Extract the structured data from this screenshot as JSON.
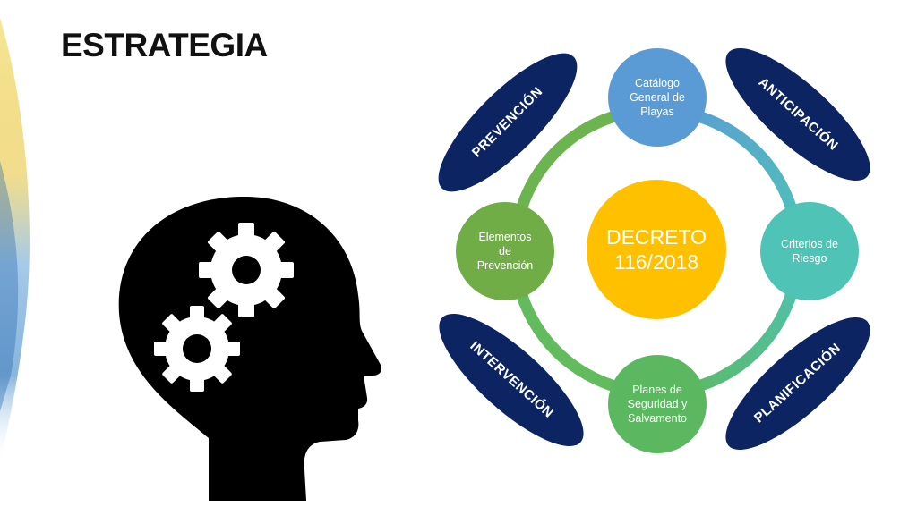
{
  "slide": {
    "title": "ESTRATEGIA"
  },
  "diagram": {
    "center": {
      "label": "DECRETO 116/2018",
      "color": "#FFC000"
    },
    "nodes": [
      {
        "id": "top",
        "label": "Catálogo\nGeneral de\nPlayas",
        "color": "#5B9BD5"
      },
      {
        "id": "right",
        "label": "Criterios de\nRiesgo",
        "color": "#4FC3B5"
      },
      {
        "id": "bottom",
        "label": "Planes de\nSeguridad y\nSalvamento",
        "color": "#5CB860"
      },
      {
        "id": "left",
        "label": "Elementos\nde\nPrevención",
        "color": "#70AD47"
      }
    ],
    "pills": [
      {
        "id": "top-left",
        "label": "PREVENCIÓN"
      },
      {
        "id": "top-right",
        "label": "ANTICIPACIÓN"
      },
      {
        "id": "bottom-left",
        "label": "INTERVENCIÓN"
      },
      {
        "id": "bottom-right",
        "label": "PLANIFICACIÓN"
      }
    ],
    "pill_color": "#0C2461"
  },
  "illustration": {
    "icon": "head-with-gears-icon"
  }
}
